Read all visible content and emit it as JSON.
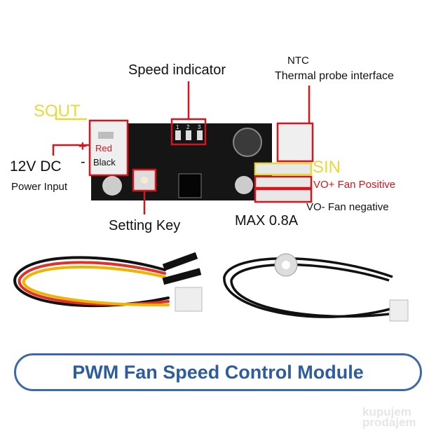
{
  "labels": {
    "speed_indicator": "Speed indicator",
    "ntc": "NTC",
    "thermal_probe": "Thermal probe interface",
    "sout": "SOUT",
    "plus": "+",
    "minus": "-",
    "red": "Red",
    "black": "Black",
    "power_voltage": "12V DC",
    "power_input": "Power Input",
    "setting_key": "Setting Key",
    "max_current": "MAX 0.8A",
    "sin": "SIN",
    "vo_plus": "VO+ Fan Positive",
    "vo_minus": "VO- Fan negative",
    "led_numbers": [
      "1",
      "2",
      "3"
    ]
  },
  "banner": {
    "title": "PWM Fan Speed Control Module"
  },
  "watermark": "kupujem prodajem",
  "colors": {
    "annotation_red": "#d9141b",
    "annotation_yellow": "#e8d93a",
    "banner_blue": "#2f5c9f",
    "board": "#141414"
  }
}
